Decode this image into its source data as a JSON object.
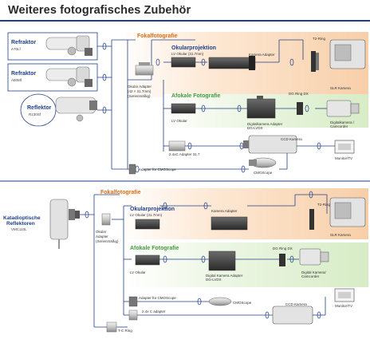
{
  "title": "Weiteres fotografisches Zubehör",
  "colors": {
    "rule": "#1f3f8a",
    "scope_name": "#1f3f8a",
    "heading_orange": "#e06a14",
    "heading_blue": "#1f3f8a",
    "heading_green": "#3f9d3a",
    "band_orange": "#fbe3cc",
    "band_green": "#e6f3dc",
    "line": "#1f3f8a"
  },
  "top": {
    "scopes": [
      {
        "name": "Refraktor",
        "model": "A70Lf"
      },
      {
        "name": "Refraktor",
        "model": "A80Mf"
      },
      {
        "name": "Reflektor",
        "model": "R130Sf"
      }
    ],
    "adapter_label": [
      "Okular Adapter",
      "(42 × 31.7mm)",
      "(Serienmäßig)"
    ],
    "fokal_heading": "Fokalfotografie",
    "okular_heading": "Okularprojektion",
    "okular_sub": "LV Okular (31.7mm)",
    "kamera_adapter": "Kamera Adapter",
    "t2_ring": "T2-Ring",
    "slr": "SLR Kamera",
    "afokal_heading": "Afokale Fotografie",
    "lv_okular": "LV Okular",
    "dg_ring": "DG Ring DX",
    "digital_adapter": [
      "Digitalkamera Adapter",
      "DG-LVDX"
    ],
    "digital_camera": [
      "Digitalkamera /",
      "Camcorder"
    ],
    "barlow": "2.4xC Adapter 31.7",
    "ccd": "CCD Kamera",
    "monitor": "Monitor/TV",
    "adapter_cmos": "Adapter für CMOScope",
    "cmoscope": "CMOScope"
  },
  "bottom": {
    "scope_name": [
      "Katadioptische",
      "Reflektoren"
    ],
    "scope_model": "VMC110L",
    "adapter_label": [
      "Okular",
      "Adapter",
      "(Serienmäßig)"
    ],
    "fokal_heading": "Fokalfotografie",
    "okular_heading": "Okularprojektion",
    "okular_sub": "LV Okular (31.7mm)",
    "kamera_adapter": "Kamera Adapter",
    "t2_ring": "T2-Ring",
    "slr": "SLR Kamera",
    "afokal_heading": "Afokale Fotografie",
    "lv_okular": "LV Okular",
    "dg_ring": "DG Ring DX",
    "digital_adapter": [
      "Digital Kamera Adapter",
      "DG-LVDX"
    ],
    "digital_camera": [
      "Digital Kamera/",
      "Camcorder"
    ],
    "adapter_cmos": "Adapter für CMOScope",
    "cmoscope": "CMOScope",
    "barlow": "2.4x C adapter",
    "tc_ring": "T-C Ring",
    "ccd": "CCD Kamera",
    "monitor": "Monitor/TV"
  }
}
